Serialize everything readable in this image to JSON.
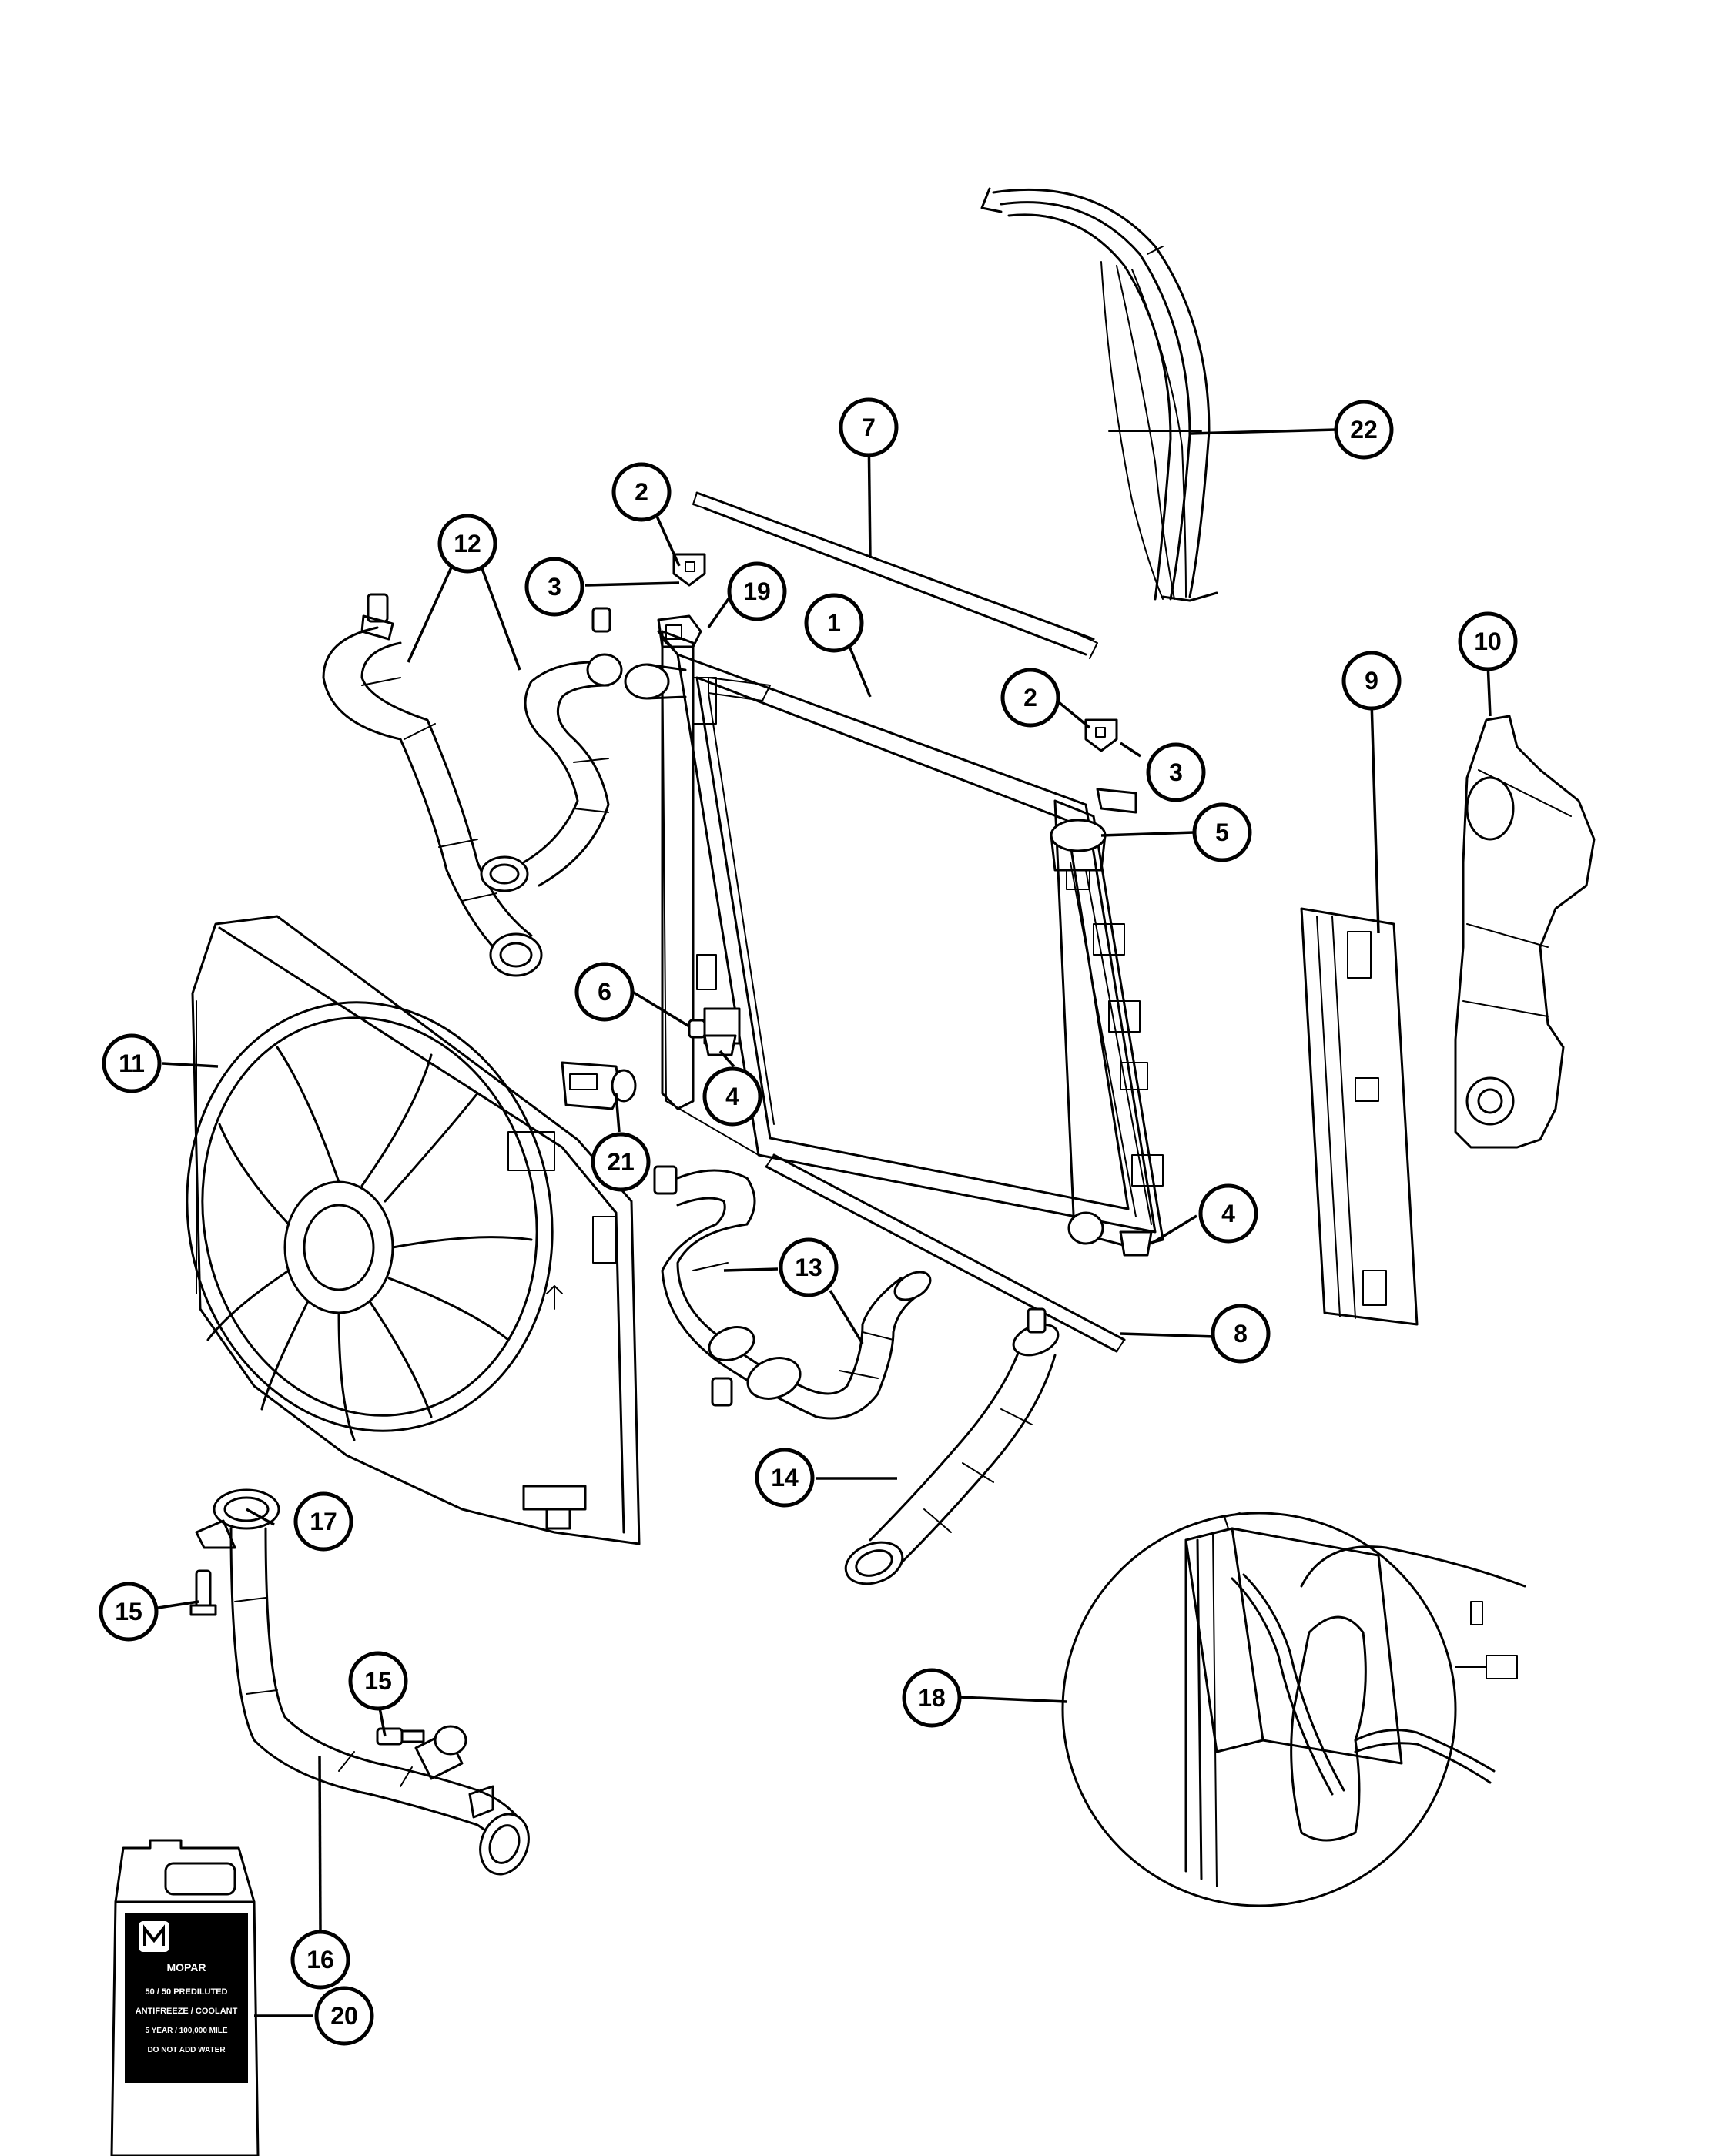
{
  "diagram": {
    "callouts": [
      {
        "label": "1"
      },
      {
        "label": "2"
      },
      {
        "label": "2"
      },
      {
        "label": "3"
      },
      {
        "label": "3"
      },
      {
        "label": "4"
      },
      {
        "label": "4"
      },
      {
        "label": "5"
      },
      {
        "label": "6"
      },
      {
        "label": "7"
      },
      {
        "label": "8"
      },
      {
        "label": "9"
      },
      {
        "label": "10"
      },
      {
        "label": "11"
      },
      {
        "label": "12"
      },
      {
        "label": "13"
      },
      {
        "label": "14"
      },
      {
        "label": "15"
      },
      {
        "label": "15"
      },
      {
        "label": "16"
      },
      {
        "label": "17"
      },
      {
        "label": "18"
      },
      {
        "label": "19"
      },
      {
        "label": "20"
      },
      {
        "label": "21"
      },
      {
        "label": "22"
      }
    ],
    "coolant_jug": {
      "brand": "MOPAR",
      "line1": "50 / 50 PREDILUTED",
      "line2": "ANTIFREEZE / COOLANT",
      "line3": "5 YEAR / 100,000 MILE",
      "line4": "DO NOT ADD WATER"
    }
  }
}
